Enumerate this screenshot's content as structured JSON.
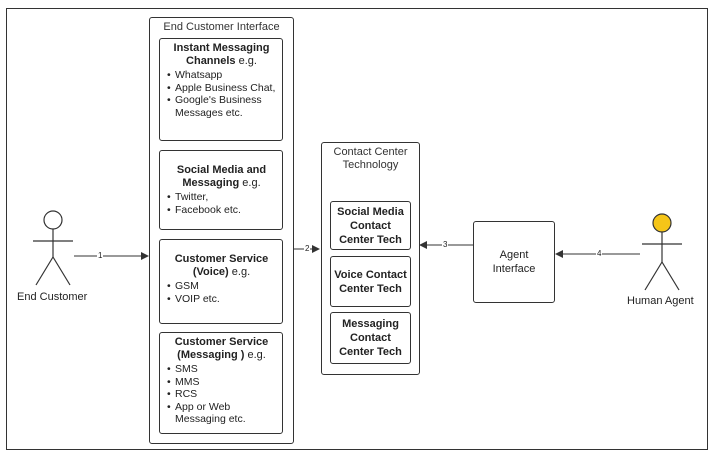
{
  "actors": {
    "end_customer": "End Customer",
    "human_agent": "Human Agent"
  },
  "end_customer_interface": {
    "title": "End Customer Interface",
    "cards": [
      {
        "title": "Instant Messaging Channels",
        "suffix": "e.g.",
        "items": [
          "Whatsapp",
          "Apple Business Chat,",
          "Google's Business Messages etc."
        ]
      },
      {
        "title": "Social Media and Messaging",
        "suffix": "e.g.",
        "items": [
          "Twitter,",
          "Facebook etc."
        ]
      },
      {
        "title": "Customer Service (Voice)",
        "suffix": "e.g.",
        "items": [
          "GSM",
          "VOIP etc."
        ]
      },
      {
        "title": "Customer Service (Messaging )",
        "suffix": "e.g.",
        "items": [
          "SMS",
          "MMS",
          "RCS",
          "App or Web Messaging etc."
        ]
      }
    ]
  },
  "contact_center": {
    "title": "Contact Center Technology",
    "items": [
      "Social Media Contact Center Tech",
      "Voice Contact Center Tech",
      "Messaging Contact Center Tech"
    ]
  },
  "agent_interface": {
    "label": "Agent Interface"
  },
  "edges": {
    "e1": "1",
    "e2": "2",
    "e3": "3",
    "e4": "4"
  },
  "colors": {
    "human_agent_head": "#f5c518",
    "stroke": "#333333"
  }
}
